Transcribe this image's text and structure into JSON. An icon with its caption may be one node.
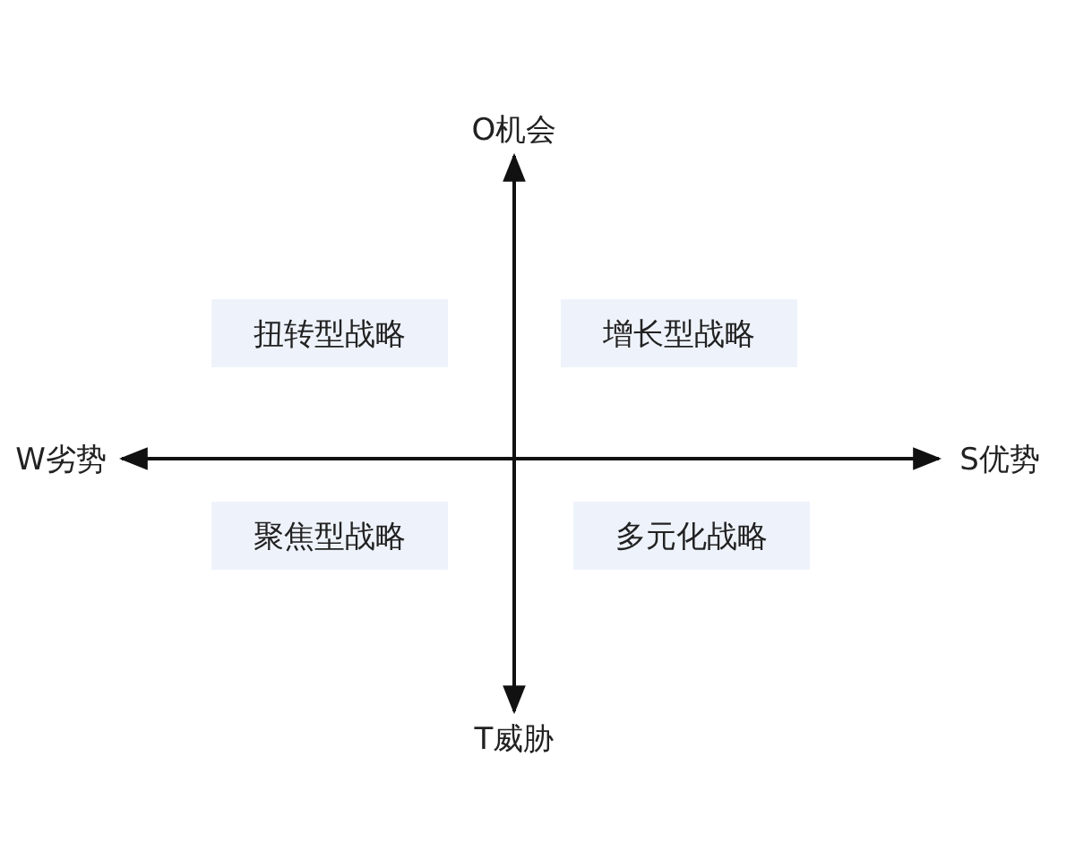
{
  "diagram": {
    "nodes": [
      {
        "text": [
          "O机会"
        ]
      },
      {
        "text": [
          "扭转型战略"
        ]
      },
      {
        "text": [
          "增长型战略"
        ]
      },
      {
        "text": [
          "W劣势"
        ]
      },
      {
        "text": [
          "S优势"
        ]
      },
      {
        "text": [
          "聚焦型战略"
        ]
      },
      {
        "text": [
          "多元化战略"
        ]
      },
      {
        "text": [
          "T威胁"
        ]
      }
    ],
    "edges": [
      {
        "from": 0,
        "to": 7,
        "arrow": "both"
      },
      {
        "from": 3,
        "to": 4,
        "arrow": "both"
      }
    ]
  }
}
